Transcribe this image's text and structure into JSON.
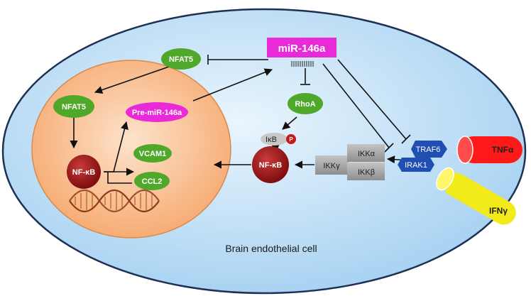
{
  "labels": {
    "mir146a": "miR-146a",
    "nfat5_top": "NFAT5",
    "nfat5_nuc": "NFAT5",
    "pre_mir": "Pre-miR-146a",
    "rhoa": "RhoA",
    "ikb": "IκB",
    "p": "P",
    "nfkb_cyto": "NF-κB",
    "nfkb_nuc": "NF-κB",
    "vcam1": "VCAM1",
    "ccl2": "CCL2",
    "ikka": "IKKα",
    "ikkb": "IKKβ",
    "ikkg": "IKKγ",
    "traf6": "TRAF6",
    "irak1": "IRAK1",
    "tnfa": "TNFα",
    "ifng": "IFNγ",
    "cell": "Brain endothelial cell"
  },
  "colors": {
    "cell_fill": "#bfe0f7",
    "nucleus_fill": "#f7b27d",
    "green": "#4fa82a",
    "magenta": "#e82ad8",
    "nfkb": "#a11b1b",
    "gray": "#a6a6a6",
    "blue": "#1f4fb3",
    "red_receptor": "#ff1a1a",
    "yellow_receptor": "#f2ea1a"
  }
}
